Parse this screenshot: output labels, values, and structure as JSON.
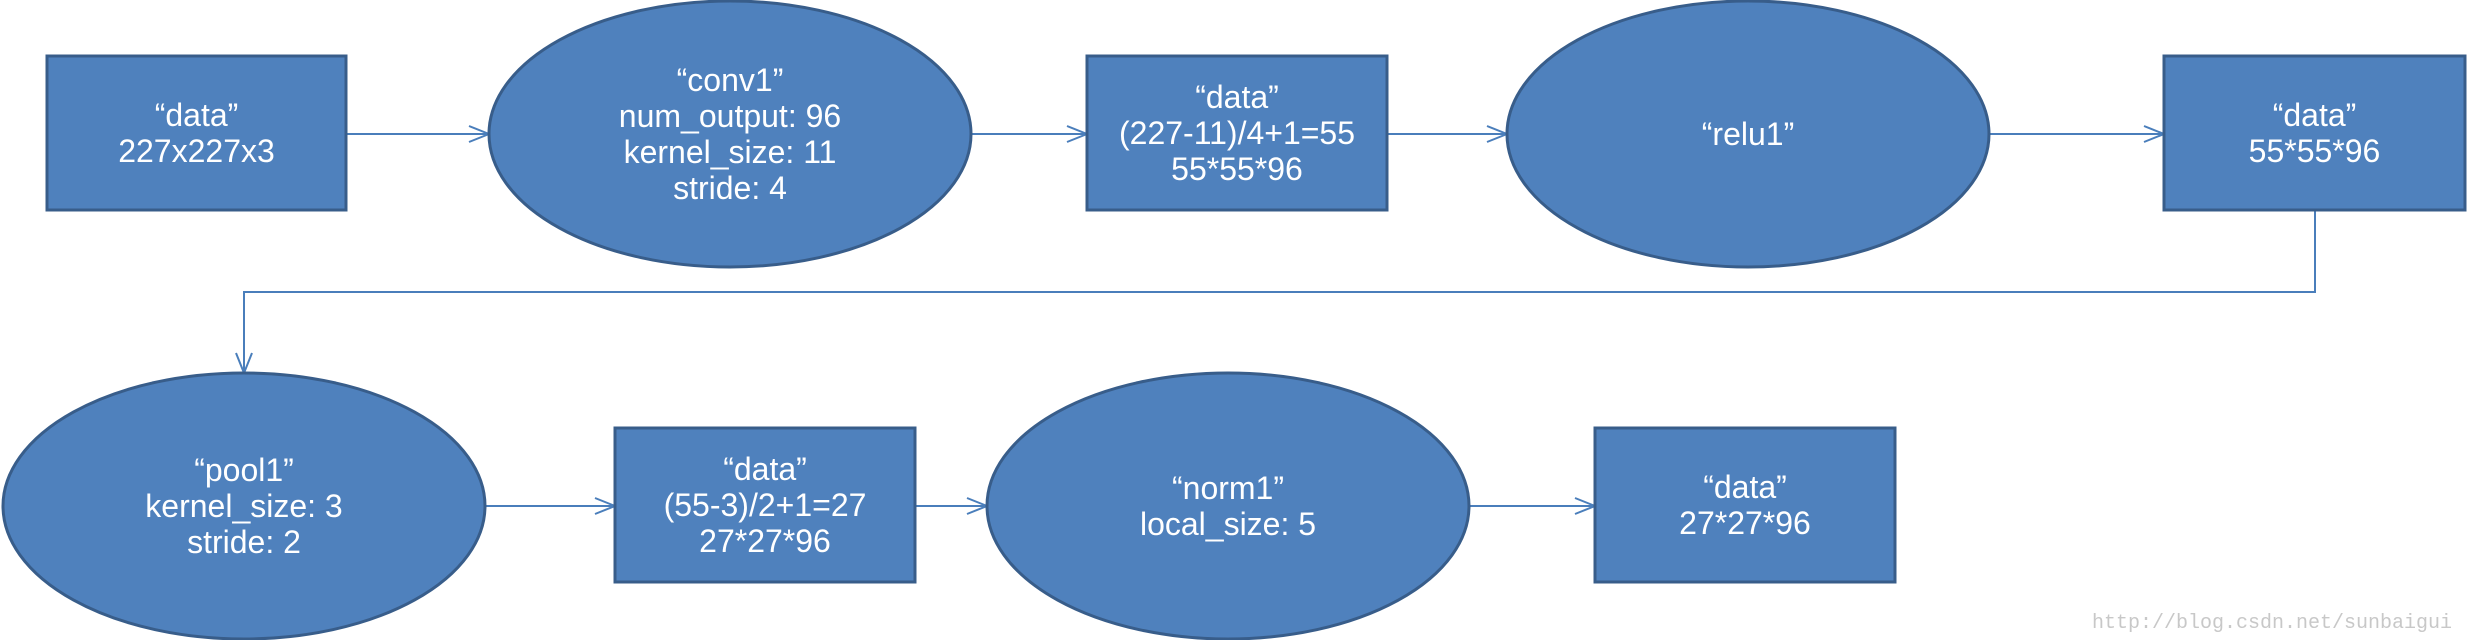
{
  "diagram": {
    "nodes": [
      {
        "id": "data-input",
        "shape": "rect",
        "lines": [
          "“data”",
          "227x227x3"
        ]
      },
      {
        "id": "conv1",
        "shape": "ellipse",
        "lines": [
          "“conv1”",
          "num_output: 96",
          "kernel_size: 11",
          "stride: 4"
        ]
      },
      {
        "id": "data-conv1",
        "shape": "rect",
        "lines": [
          "“data”",
          "(227-11)/4+1=55",
          "55*55*96"
        ]
      },
      {
        "id": "relu1",
        "shape": "ellipse",
        "lines": [
          "“relu1”"
        ]
      },
      {
        "id": "data-relu1",
        "shape": "rect",
        "lines": [
          "“data”",
          "55*55*96"
        ]
      },
      {
        "id": "pool1",
        "shape": "ellipse",
        "lines": [
          "“pool1”",
          "kernel_size: 3",
          "stride: 2"
        ]
      },
      {
        "id": "data-pool1",
        "shape": "rect",
        "lines": [
          "“data”",
          "(55-3)/2+1=27",
          "27*27*96"
        ]
      },
      {
        "id": "norm1",
        "shape": "ellipse",
        "lines": [
          "“norm1”",
          "local_size: 5"
        ]
      },
      {
        "id": "data-norm1",
        "shape": "rect",
        "lines": [
          "“data”",
          "27*27*96"
        ]
      }
    ],
    "edges": [
      {
        "from": "data-input",
        "to": "conv1"
      },
      {
        "from": "conv1",
        "to": "data-conv1"
      },
      {
        "from": "data-conv1",
        "to": "relu1"
      },
      {
        "from": "relu1",
        "to": "data-relu1"
      },
      {
        "from": "data-relu1",
        "to": "pool1"
      },
      {
        "from": "pool1",
        "to": "data-pool1"
      },
      {
        "from": "data-pool1",
        "to": "norm1"
      },
      {
        "from": "norm1",
        "to": "data-norm1"
      }
    ],
    "colors": {
      "fill": "#4f81bd",
      "stroke": "#385d8a",
      "edge": "#4a7ebb",
      "text": "#ffffff"
    }
  },
  "watermark": {
    "text": "http://blog.csdn.net/sunbaigui"
  }
}
